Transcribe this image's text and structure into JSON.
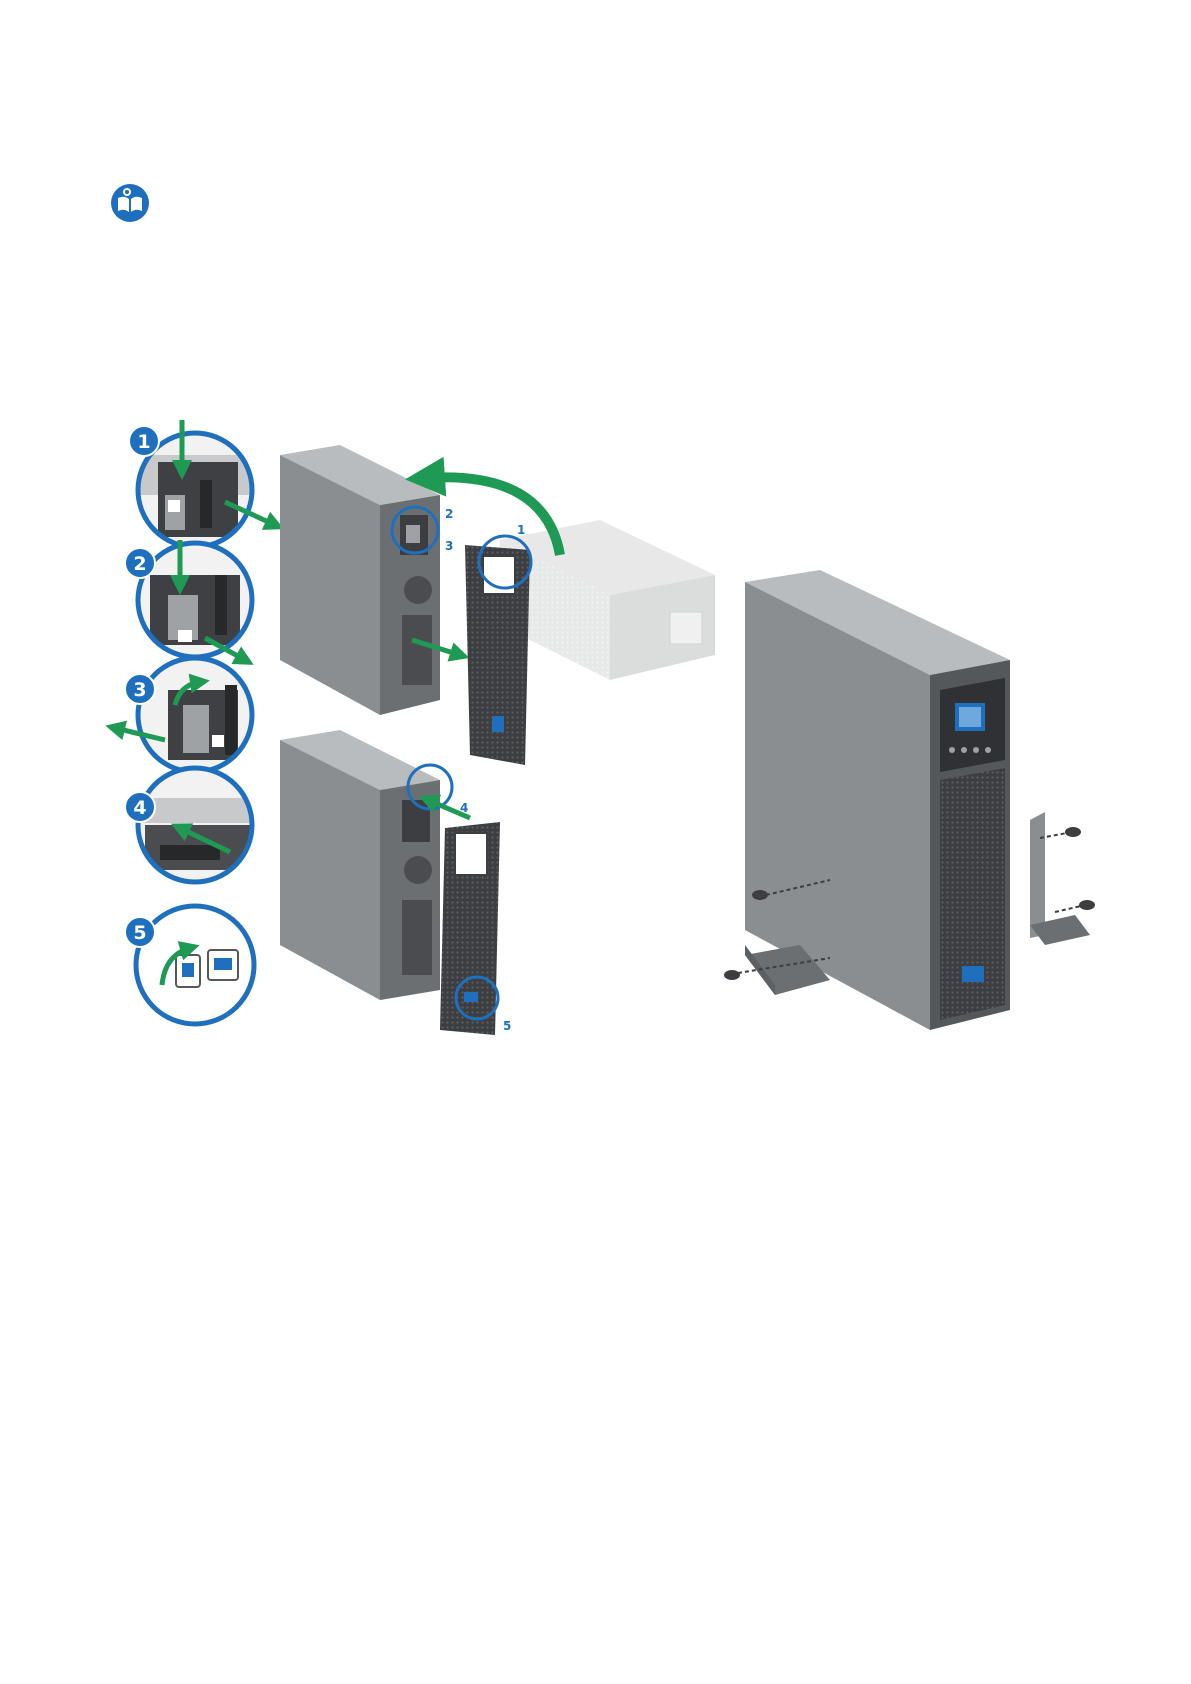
{
  "colors": {
    "accent_blue": "#1f6fbf",
    "arrow_green": "#1f9a55",
    "ups_dark": "#6c6f72",
    "ups_mid": "#8b8e91",
    "ups_light": "#b9bcbf",
    "bezel_dark": "#3c3e41"
  },
  "icons": {
    "manual": "read-manual-icon"
  },
  "steps": {
    "badges": [
      "1",
      "2",
      "3",
      "4",
      "5"
    ],
    "callouts": [
      "1",
      "2",
      "3",
      "4",
      "5"
    ]
  }
}
